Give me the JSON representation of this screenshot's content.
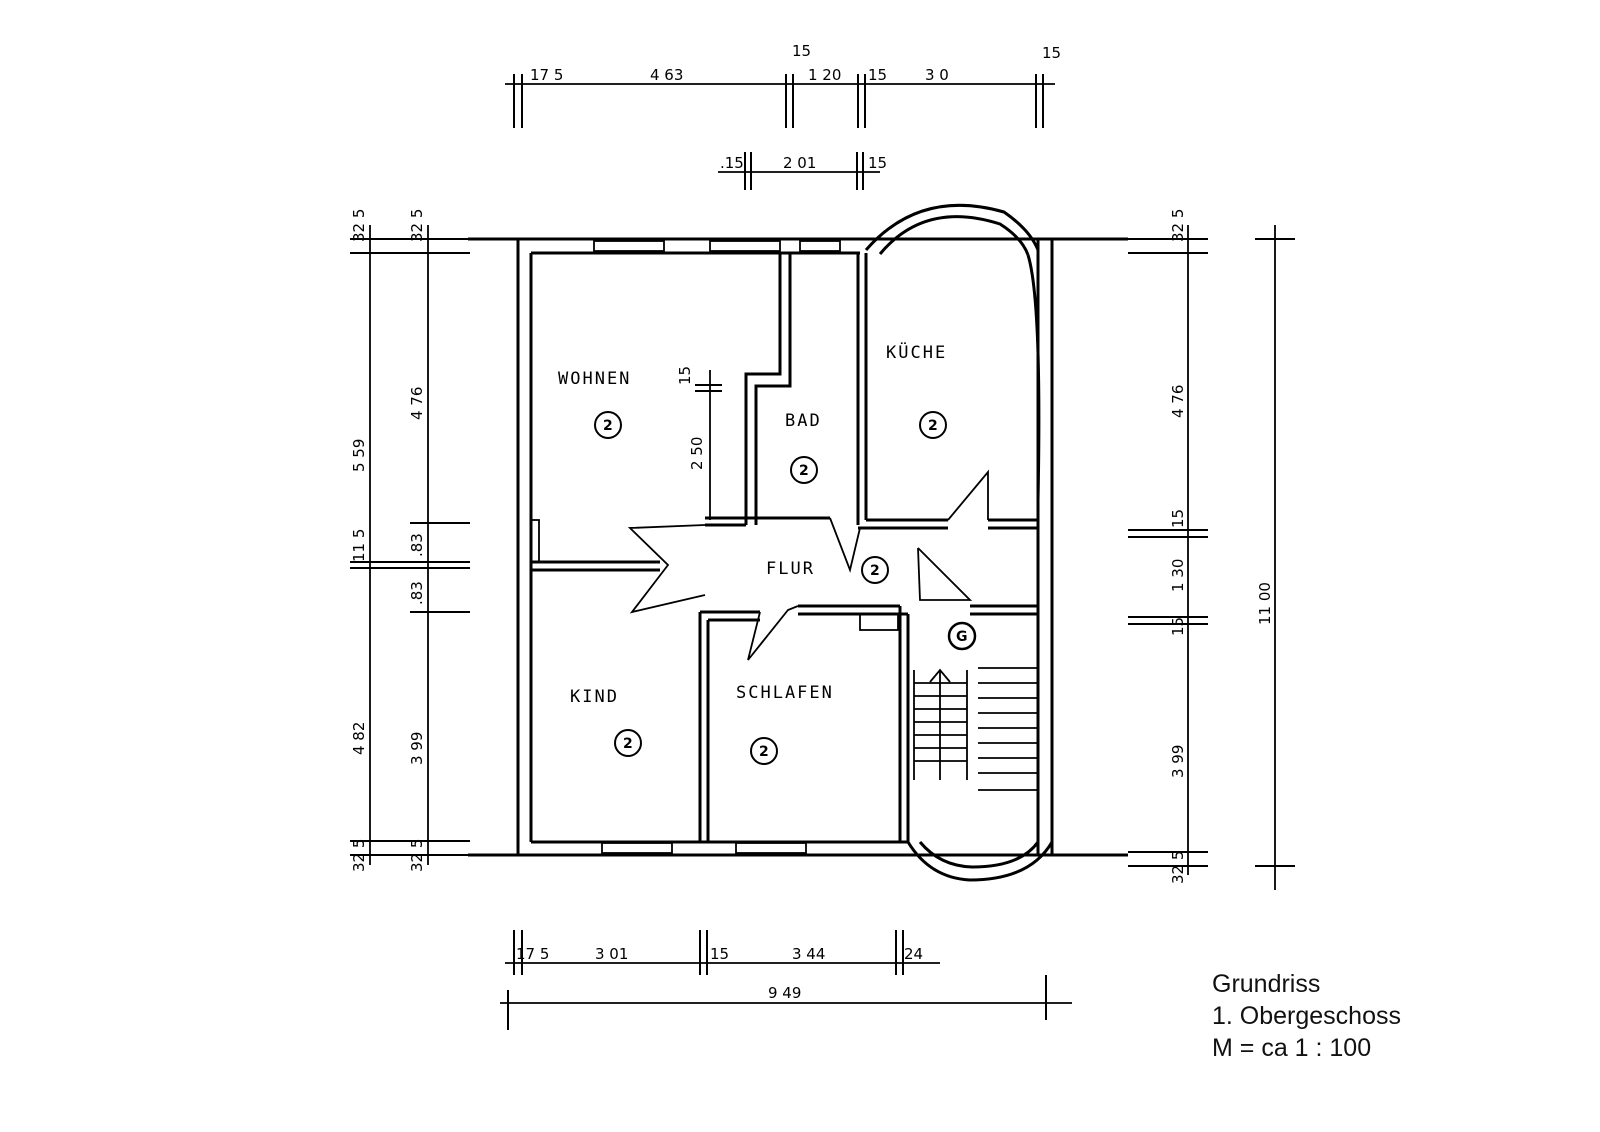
{
  "legend": {
    "line1": "Grundriss",
    "line2": "1. Obergeschoss",
    "line3": "M = ca 1 : 100"
  },
  "rooms": {
    "wohnen": "WOHNEN",
    "bad": "BAD",
    "kueche": "KÜCHE",
    "flur": "FLUR",
    "kind": "KIND",
    "schlafen": "SCHLAFEN"
  },
  "room_badge": "2",
  "stair_badge": "G",
  "dimensions": {
    "top_outer": [
      "17 5",
      "4 63",
      "15",
      "1 20",
      "15",
      "3 0",
      "15"
    ],
    "top_inner": [
      ".15",
      "2 01",
      "15"
    ],
    "left_outer": [
      "32 5",
      "5 59",
      "11 5",
      "4 82",
      "32 5"
    ],
    "left_inner": [
      "32 5",
      "4 76",
      ".83",
      ".83",
      "3 99",
      "32 5"
    ],
    "wohnen_inner": [
      "15",
      "2 50"
    ],
    "right": [
      "32 5",
      "4 76",
      "15",
      "1 30",
      "15",
      "3 99",
      "32 5"
    ],
    "right_total": "11 00",
    "bottom_segments": [
      "17 5",
      "3 01",
      "15",
      "3 44",
      "24"
    ],
    "bottom_total": "9 49"
  }
}
